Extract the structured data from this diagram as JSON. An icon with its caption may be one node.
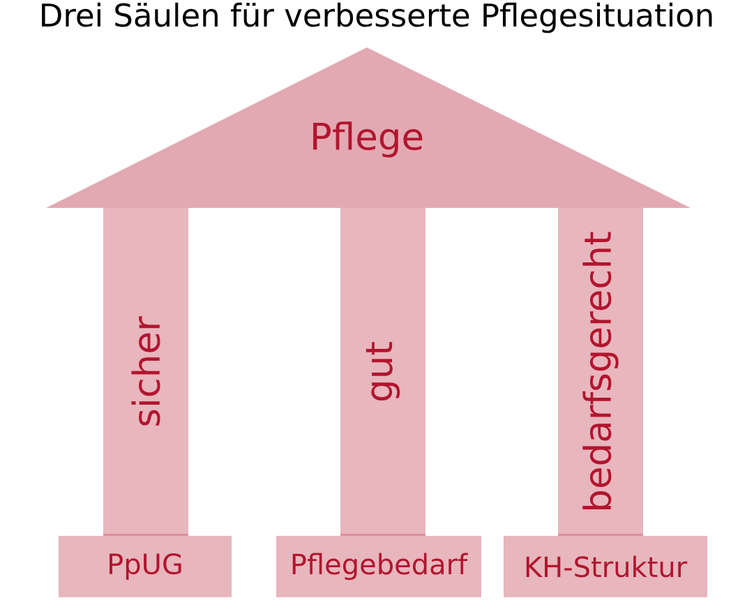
{
  "diagram": {
    "title": "Drei Säulen für verbesserte Pflegesituation",
    "nodes": [
      {
        "text": [
          "Pflege"
        ]
      },
      {
        "text": [
          "sicher"
        ]
      },
      {
        "text": [
          "gut"
        ]
      },
      {
        "text": [
          "bedarfsgerecht"
        ]
      },
      {
        "text": [
          "PpUG"
        ]
      },
      {
        "text": [
          "Pflegebedarf"
        ]
      },
      {
        "text": [
          "KH-Struktur"
        ]
      }
    ]
  }
}
